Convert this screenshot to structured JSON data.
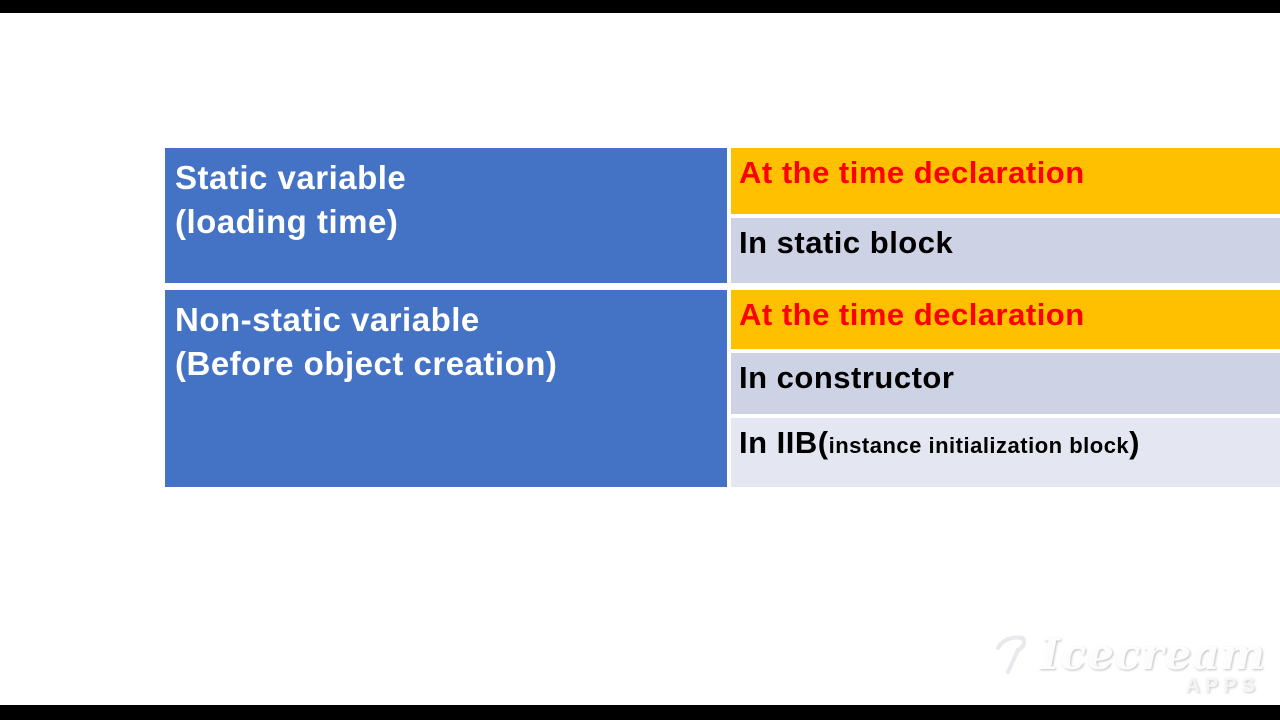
{
  "colors": {
    "header_blue": "#4472C4",
    "highlight_orange": "#FFC000",
    "alert_red": "#FF0000",
    "row_lavender": "#CDD3E4",
    "row_lavender_light": "#E4E7F1",
    "letterbox_black": "#000000",
    "background_white": "#FFFFFF"
  },
  "table": {
    "groups": [
      {
        "header_line1": "Static variable",
        "header_line2": "(loading time)",
        "cells": [
          {
            "text": "At the time declaration"
          },
          {
            "text": "In static block"
          }
        ]
      },
      {
        "header_line1": "Non-static variable",
        "header_line2": "(Before object creation)",
        "cells": [
          {
            "text": "At the time declaration"
          },
          {
            "text": "In constructor"
          },
          {
            "prefix": "In IIB(",
            "small": "instance initialization block",
            "suffix": ")"
          }
        ]
      }
    ]
  },
  "watermark": {
    "brand": "Icecream",
    "sub": "APPS"
  }
}
